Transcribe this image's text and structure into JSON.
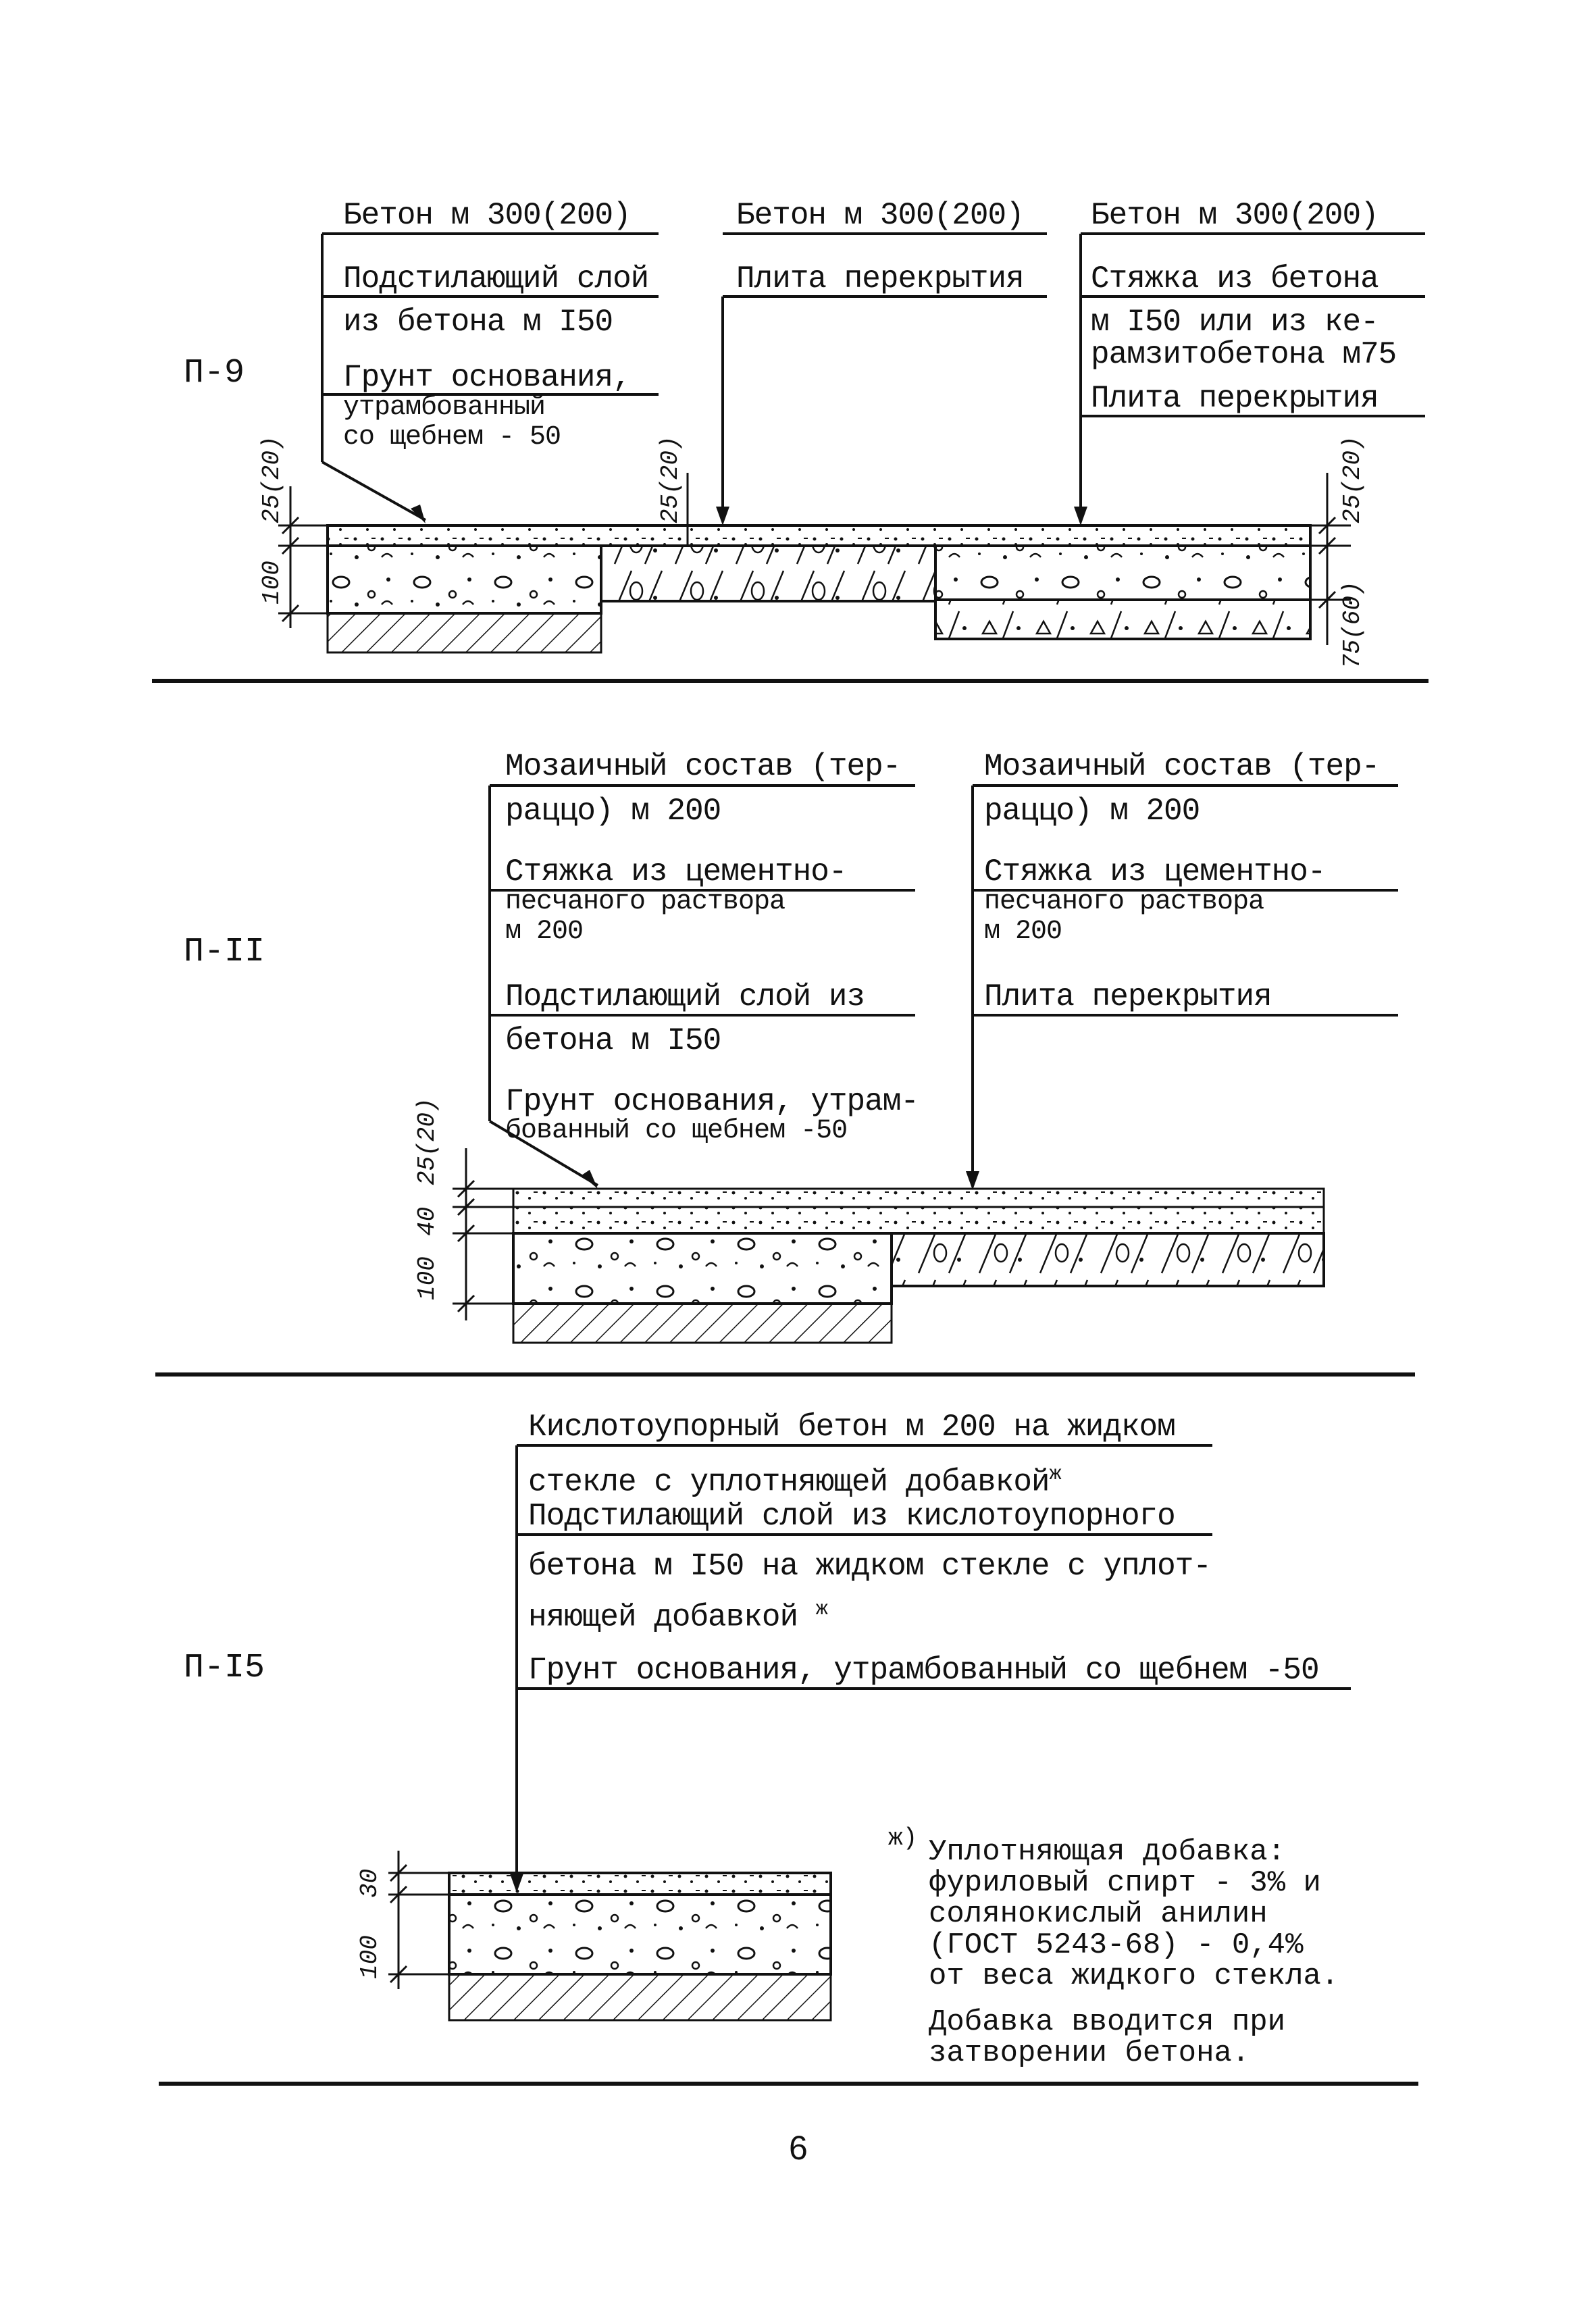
{
  "p9": {
    "code": "П-9",
    "col1": {
      "l1": "Бетон м 300(200)",
      "l2": "Подстилающий слой",
      "l3": "из бетона м I50",
      "l4": "Грунт основания,",
      "l5": "утрамбованный",
      "l6": "со щебнем - 50"
    },
    "col2": {
      "l1": "Бетон м 300(200)",
      "l2": "Плита перекрытия"
    },
    "col3": {
      "l1": "Бетон м 300(200)",
      "l2": "Стяжка  из бетона",
      "l3": "м I50 или из ке-",
      "l4": "рамзитобетона м75",
      "l5": "Плита перекрытия"
    },
    "dims": {
      "d1": "25(20)",
      "d2": "100",
      "d3": "25(20)",
      "d4": "25(20)",
      "d5": "75(60)"
    }
  },
  "p11": {
    "code": "П-II",
    "col1": {
      "l1": "Мозаичный состав (тер-",
      "l2": "раццо) м 200",
      "l3": "Стяжка из цементно-",
      "l4": "песчаного раствора",
      "l5": "м 200",
      "l6": "Подстилающий слой из",
      "l7": "бетона м I50",
      "l8": "Грунт основания, утрам-",
      "l9": "бованный со щебнем -50"
    },
    "col2": {
      "l1": "Мозаичный состав (тер-",
      "l2": "раццо) м 200",
      "l3": "Стяжка из цементно-",
      "l4": "песчаного раствора",
      "l5": "м 200",
      "l6": "Плита перекрытия"
    },
    "dims": {
      "d1": "25(20)",
      "d2": "40",
      "d3": "100"
    }
  },
  "p15": {
    "code": "П-I5",
    "l1": "Кислотоупорный бетон м 200 на жидком",
    "l2": "стекле с уплотняющей добавкой",
    "l2_mark": "ж",
    "l3": "Подстилающий слой из кислотоупорного",
    "l4": "бетона м I50 на жидком стекле с уплот-",
    "l5": "няющей добавкой",
    "l5_mark": "ж",
    "l6": "Грунт основания, утрамбованный со щебнем -50",
    "dims": {
      "d1": "30",
      "d2": "100"
    },
    "note": {
      "mark": "ж)",
      "n1": "Уплотняющая добавка:",
      "n2": "фуриловый спирт - 3% и",
      "n3": "солянокислый анилин",
      "n4": "(ГОСТ 5243-68) - 0,4%",
      "n5": "от веса жидкого стекла.",
      "n6": "Добавка вводится при",
      "n7": "затворении бетона."
    }
  },
  "page_number": "6"
}
